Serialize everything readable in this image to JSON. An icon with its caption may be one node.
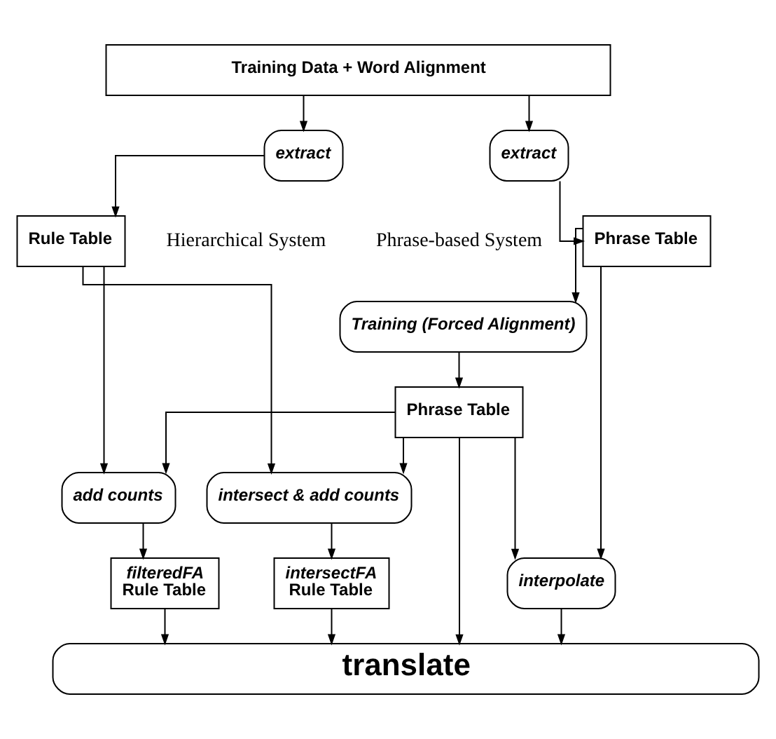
{
  "diagram": {
    "nodes": [
      {
        "text": [
          "Training Data + Word Alignment"
        ]
      },
      {
        "text": [
          "extract"
        ]
      },
      {
        "text": [
          "Rule Table"
        ]
      },
      {
        "text": [
          "extract"
        ]
      },
      {
        "text": [
          "Phrase Table"
        ]
      },
      {
        "text": [
          "Training (Forced Alignment)"
        ]
      },
      {
        "text": [
          "Phrase Table"
        ]
      },
      {
        "text": [
          "intersect & add counts"
        ]
      },
      {
        "text": [
          "add counts"
        ]
      },
      {
        "text": [
          "intersectFA",
          "Rule Table"
        ]
      },
      {
        "text": [
          "filteredFA",
          "Rule Table"
        ]
      },
      {
        "text": [
          "interpolate"
        ]
      },
      {
        "text": [
          "translate"
        ]
      }
    ],
    "edges": [
      {
        "from": 0,
        "to": 1,
        "arrow": "to"
      },
      {
        "from": 1,
        "to": 2,
        "arrow": "to"
      },
      {
        "from": 0,
        "to": 3,
        "arrow": "to"
      },
      {
        "from": 3,
        "to": 4,
        "arrow": "to"
      },
      {
        "from": 4,
        "to": 5,
        "arrow": "to"
      },
      {
        "from": 5,
        "to": 6,
        "arrow": "to"
      },
      {
        "from": 2,
        "to": 7,
        "arrow": "to"
      },
      {
        "from": 2,
        "to": 8,
        "arrow": "to"
      },
      {
        "from": 6,
        "to": 7,
        "arrow": "to"
      },
      {
        "from": 6,
        "to": 8,
        "arrow": "to"
      },
      {
        "from": 7,
        "to": 9,
        "arrow": "to"
      },
      {
        "from": 8,
        "to": 10,
        "arrow": "to"
      },
      {
        "from": 4,
        "to": 11,
        "arrow": "to"
      },
      {
        "from": 6,
        "to": 11,
        "arrow": "to"
      },
      {
        "from": 9,
        "to": 12,
        "arrow": "to"
      },
      {
        "from": 10,
        "to": 12,
        "arrow": "to"
      },
      {
        "from": 6,
        "to": 12,
        "arrow": "to"
      },
      {
        "from": 11,
        "to": 12,
        "arrow": "to"
      }
    ],
    "labels": [
      "Hierarchical System",
      "Phrase-based System"
    ]
  }
}
